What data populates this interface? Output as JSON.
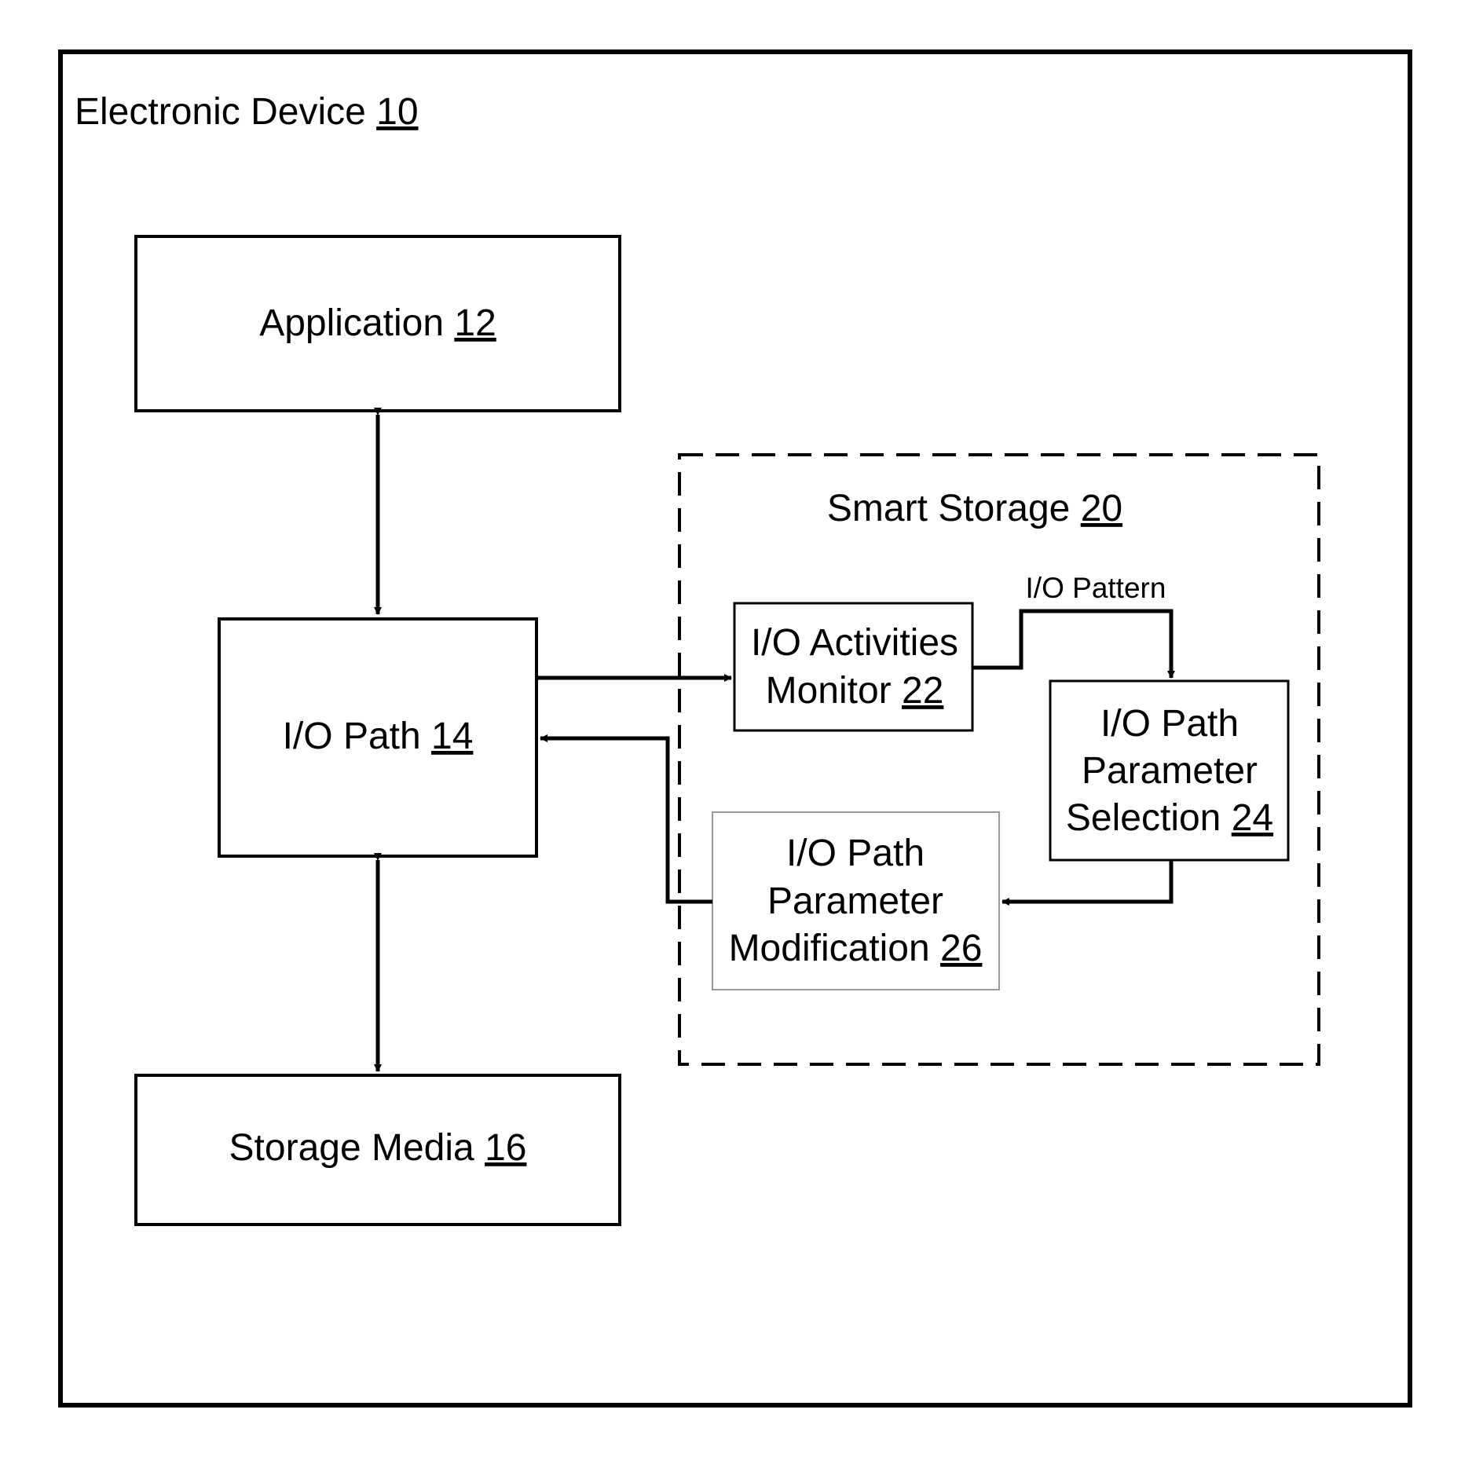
{
  "device": {
    "label": "Electronic Device ",
    "ref": "10"
  },
  "application": {
    "label": "Application ",
    "ref": "12"
  },
  "io_path": {
    "label": "I/O Path ",
    "ref": "14"
  },
  "storage_media": {
    "label": "Storage Media ",
    "ref": "16"
  },
  "smart_storage": {
    "label": "Smart Storage ",
    "ref": "20"
  },
  "activities_monitor": {
    "line1": "I/O Activities",
    "line2": "Monitor ",
    "ref": "22"
  },
  "param_selection": {
    "line1": "I/O Path",
    "line2": "Parameter",
    "line3": "Selection ",
    "ref": "24"
  },
  "param_modification": {
    "line1": "I/O Path",
    "line2": "Parameter",
    "line3": "Modification ",
    "ref": "26"
  },
  "edge_labels": {
    "io_pattern": "I/O Pattern"
  }
}
